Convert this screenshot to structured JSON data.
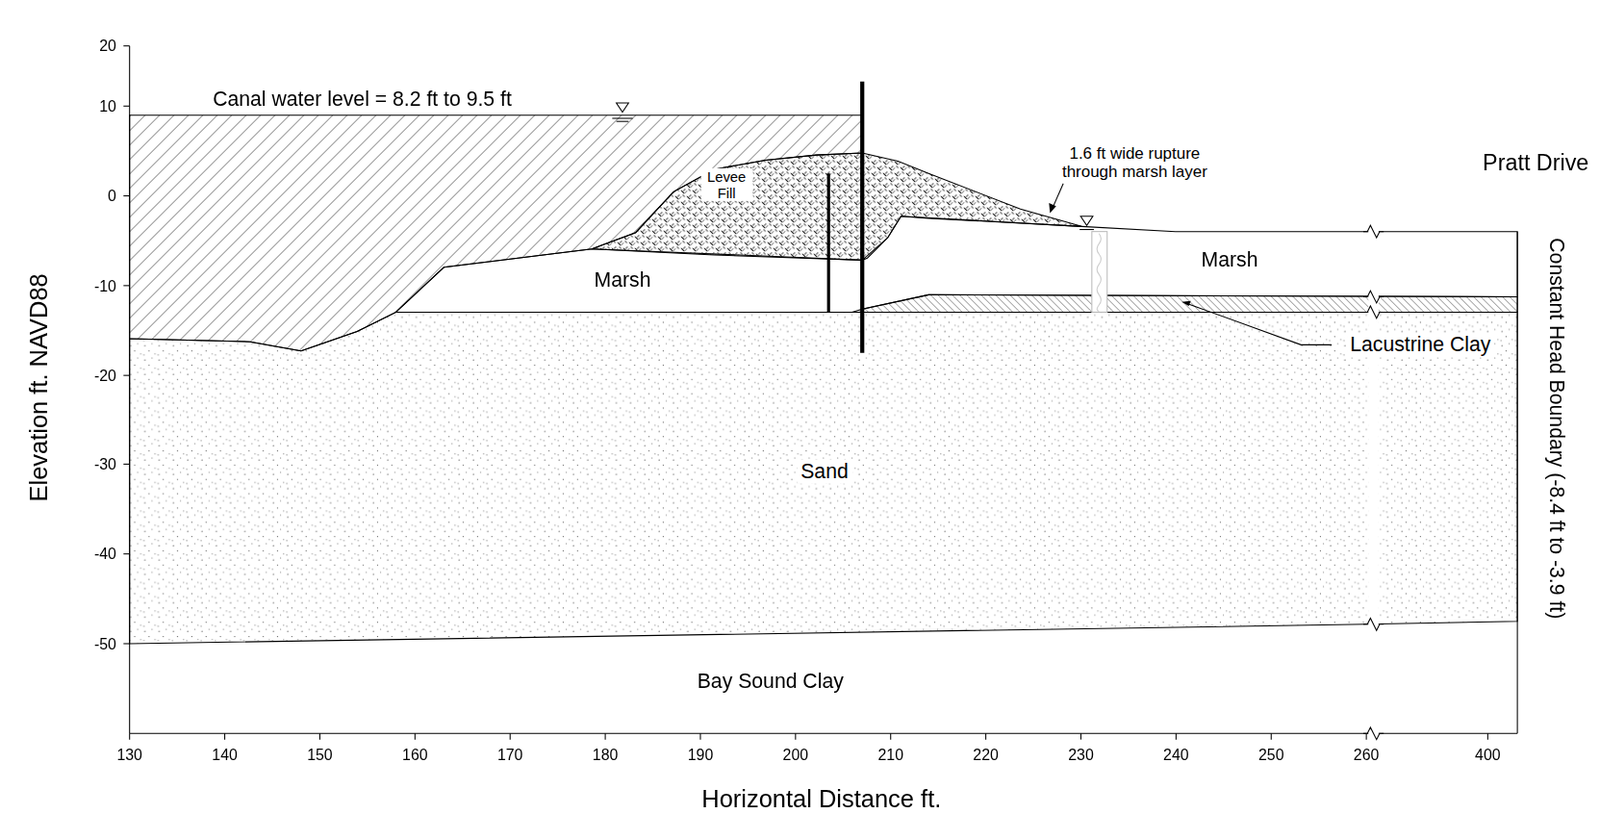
{
  "diagram": {
    "labels": [
      "Canal water level = 8.2 ft to 9.5 ft",
      "Levee Fill",
      "Marsh",
      "1.6 ft wide rupture through marsh layer",
      "Pratt Drive",
      "Marsh",
      "Lacustrine Clay",
      "Sand",
      "Bay Sound Clay",
      "Constant Head Boundary (-8.4 ft to -3.9 ft)",
      "Elevation ft. NAVD88",
      "Horizontal Distance ft.",
      "20",
      "10",
      "0",
      "-10",
      "-20",
      "-30",
      "-40",
      "-50",
      "130",
      "140",
      "150",
      "160",
      "170",
      "180",
      "190",
      "200",
      "210",
      "220",
      "230",
      "240",
      "250",
      "260",
      "400"
    ]
  }
}
